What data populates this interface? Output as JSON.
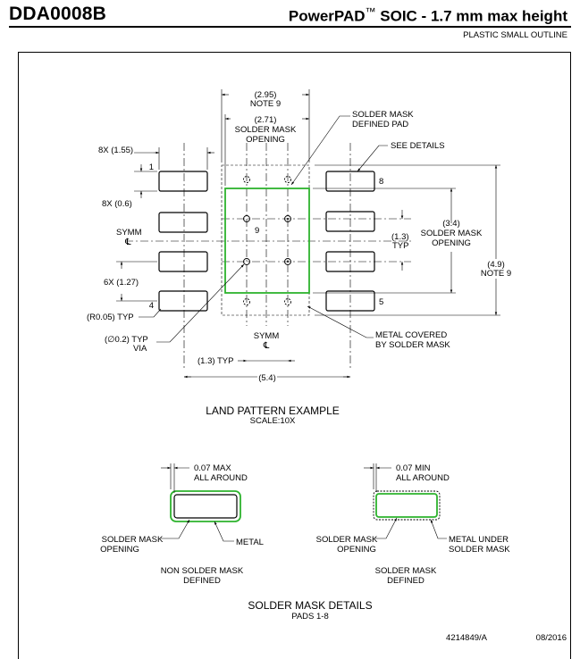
{
  "header": {
    "doc_id": "DDA0008B",
    "package_prefix": "PowerPAD",
    "package_tm": "™",
    "package_suffix": " SOIC - 1.7 mm max height",
    "subtitle": "PLASTIC SMALL OUTLINE"
  },
  "land_pattern": {
    "dims": {
      "width_295": "(2.95)",
      "note9_top": "NOTE 9",
      "width_271": "(2.71)",
      "solder_mask": "SOLDER MASK",
      "opening": "OPENING",
      "pad_len": "8X (1.55)",
      "pad_wid": "8X (0.6)",
      "pitch": "6X (1.27)",
      "radius": "(R0.05) TYP",
      "via_dia": "(∅0.2) TYP",
      "via": "VIA",
      "via_pitch_x": "(1.3) TYP",
      "overall": "(5.4)",
      "via_pitch_y": "(1.3)",
      "typ": "TYP",
      "mask_h": "(3.4)",
      "mask_h_l2": "SOLDER MASK",
      "mask_h_l3": "OPENING",
      "body_h": "(4.9)",
      "note9_right": "NOTE 9"
    },
    "callouts": {
      "smd_pad_l1": "SOLDER MASK",
      "smd_pad_l2": "DEFINED PAD",
      "see_details": "SEE DETAILS",
      "metal_cov_l1": "METAL COVERED",
      "metal_cov_l2": "BY SOLDER MASK",
      "symm": "SYMM",
      "cl": "℄"
    },
    "pins": [
      "1",
      "4",
      "5",
      "8",
      "9"
    ],
    "caption": "LAND PATTERN EXAMPLE",
    "scale": "SCALE:10X"
  },
  "solder_mask_details": {
    "nsmd": {
      "gap_l1": "0.07 MAX",
      "gap_l2": "ALL AROUND",
      "opening_l1": "SOLDER MASK",
      "opening_l2": "OPENING",
      "metal": "METAL",
      "caption_l1": "NON SOLDER MASK",
      "caption_l2": "DEFINED"
    },
    "smd": {
      "gap_l1": "0.07 MIN",
      "gap_l2": "ALL AROUND",
      "opening_l1": "SOLDER MASK",
      "opening_l2": "OPENING",
      "metal_l1": "METAL UNDER",
      "metal_l2": "SOLDER MASK",
      "caption_l1": "SOLDER MASK",
      "caption_l2": "DEFINED"
    },
    "title": "SOLDER MASK DETAILS",
    "subtitle": "PADS 1-8"
  },
  "footer": {
    "drawing_no": "4214849/A",
    "date": "08/2016"
  },
  "colors": {
    "pad_mask_green": "#2db32d",
    "ink": "#000000"
  }
}
